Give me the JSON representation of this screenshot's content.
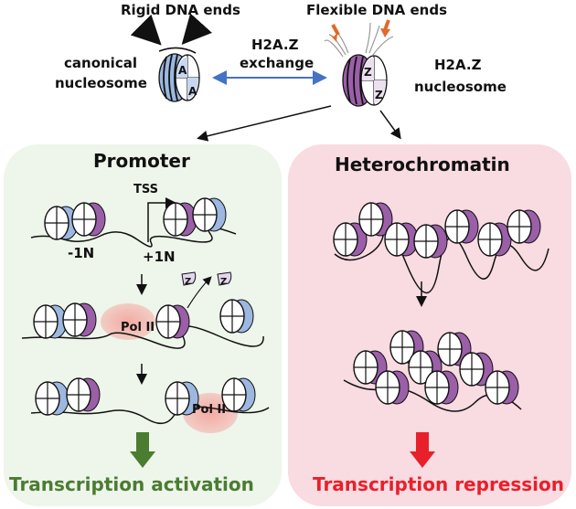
{
  "top": {
    "rigid_label": "Rigid DNA ends",
    "flexible_label": "Flexible DNA ends",
    "canonical_label_line1": "canonical",
    "canonical_label_line2": "nucleosome",
    "exchange_label_line1": "H2A.Z",
    "exchange_label_line2": "exchange",
    "h2az_label_line1": "H2A.Z",
    "h2az_label_line2": "nucleosome",
    "canonical_histone_letter": "A",
    "h2az_histone_letter": "Z"
  },
  "promoter": {
    "title": "Promoter",
    "tss_label": "TSS",
    "minus1_label": "-1N",
    "plus1_label": "+1N",
    "polii_label_1": "Pol II",
    "polii_label_2": "Pol II",
    "evicted_letter": "Z",
    "outcome": "Transcription activation"
  },
  "heterochromatin": {
    "title": "Heterochromatin",
    "outcome": "Transcription repression"
  },
  "colors": {
    "canonical_blue": "#9cb8e0",
    "h2az_purple": "#9b5fa8",
    "activation_green": "#4a7c32",
    "repression_red": "#e8202a",
    "exchange_arrow": "#4472c4",
    "flexible_arrow": "#e06a2a",
    "polii_pink": "#f4a6a0"
  }
}
